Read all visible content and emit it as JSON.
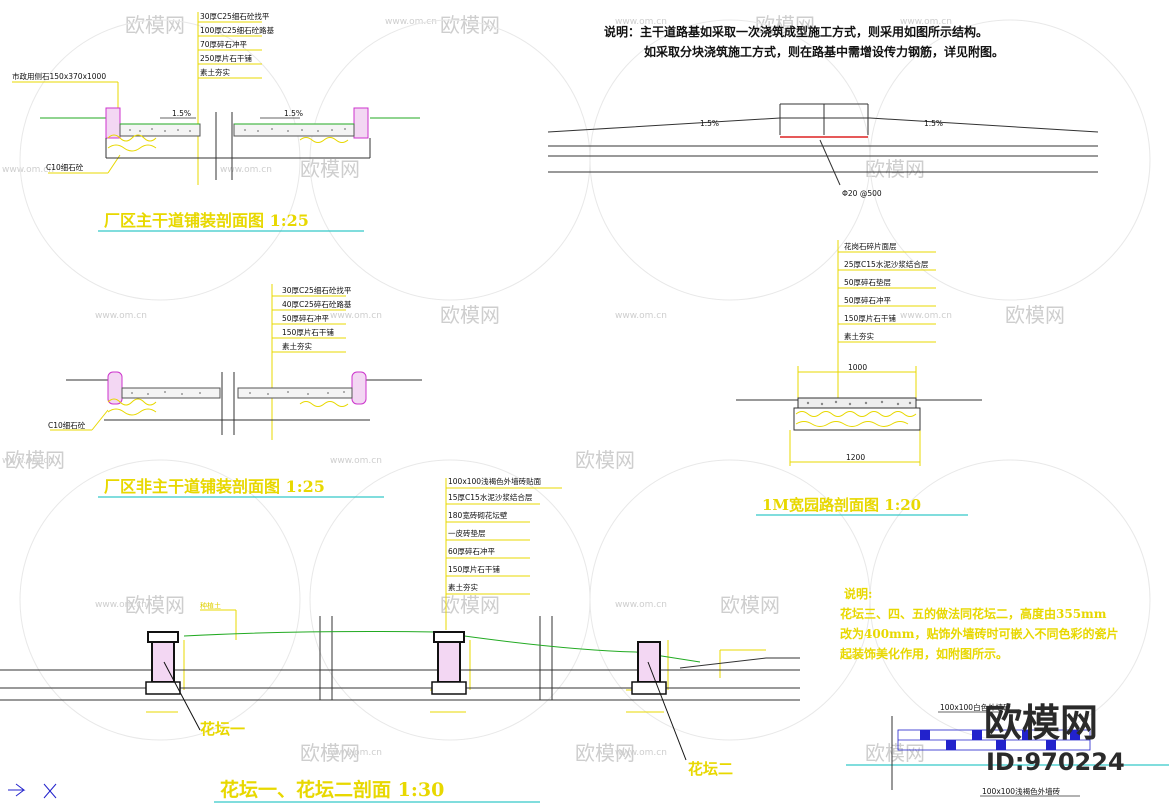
{
  "watermark": {
    "url": "www.om.cn",
    "brand": "欧模网"
  },
  "logo": {
    "brand": "欧模网",
    "id": "ID:970224"
  },
  "top_note": {
    "line1": "说明：主干道路基如采取一次浇筑成型施工方式，则采用如图所示结构。",
    "line2": "如采取分块浇筑施工方式，则在路基中需增设传力钢筋，详见附图。",
    "slope_left": "1.5%",
    "slope_right": "1.5%",
    "rebar": "Φ20 @500"
  },
  "main_road": {
    "title": "厂区主干道铺装剖面图    1:25",
    "curb": "市政用侧石150x370x1000",
    "base": "C10细石砼",
    "slope_left": "1.5%",
    "slope_right": "1.5%",
    "layers": [
      "30厚C25细石砼找平",
      "100厚C25细石砼路基",
      "70厚碎石冲平",
      "250厚片石干铺",
      "素土夯实"
    ]
  },
  "minor_road": {
    "title": "厂区非主干道铺装剖面图    1:25",
    "base": "C10细石砼",
    "layers": [
      "30厚C25细石砼找平",
      "40厚C25碎石砼路基",
      "50厚碎石冲平",
      "150厚片石干铺",
      "素土夯实"
    ]
  },
  "garden_path": {
    "title": "1M宽园路剖面图    1:20",
    "width_top": "1000",
    "width_bottom": "1200",
    "layers": [
      "花岗石碎片面层",
      "25厚C15水泥沙浆结合层",
      "50厚碎石垫层",
      "50厚碎石冲平",
      "150厚片石干铺",
      "素土夯实"
    ]
  },
  "flowerbed": {
    "title": "花坛一、花坛二剖面    1:30",
    "fill_label": "种植土",
    "label1": "花坛一",
    "label2": "花坛二",
    "layers": [
      "100x100浅褐色外墙砖贴面",
      "15厚C15水泥沙浆结合层",
      "180宽砖砌花坛壁",
      "一皮砖垫层",
      "60厚碎石冲平",
      "150厚片石干铺",
      "素土夯实"
    ]
  },
  "right_note": {
    "title": "说明:",
    "line1": "花坛三、四、五的做法同花坛二，高度由355mm",
    "line2": "改为400mm，贴饰外墙砖时可嵌入不同色彩的瓷片",
    "line3": "起装饰美化作用，如附图所示。",
    "tile_label_top": "100x100白色外墙砖",
    "tile_label_bottom": "100x100浅褐色外墙砖"
  },
  "colors": {
    "yellow": "#e8d800",
    "green": "#22aa22",
    "magenta": "#cc33cc",
    "cyan": "#00bbbb",
    "red": "#dd2222",
    "blue": "#2222cc"
  }
}
